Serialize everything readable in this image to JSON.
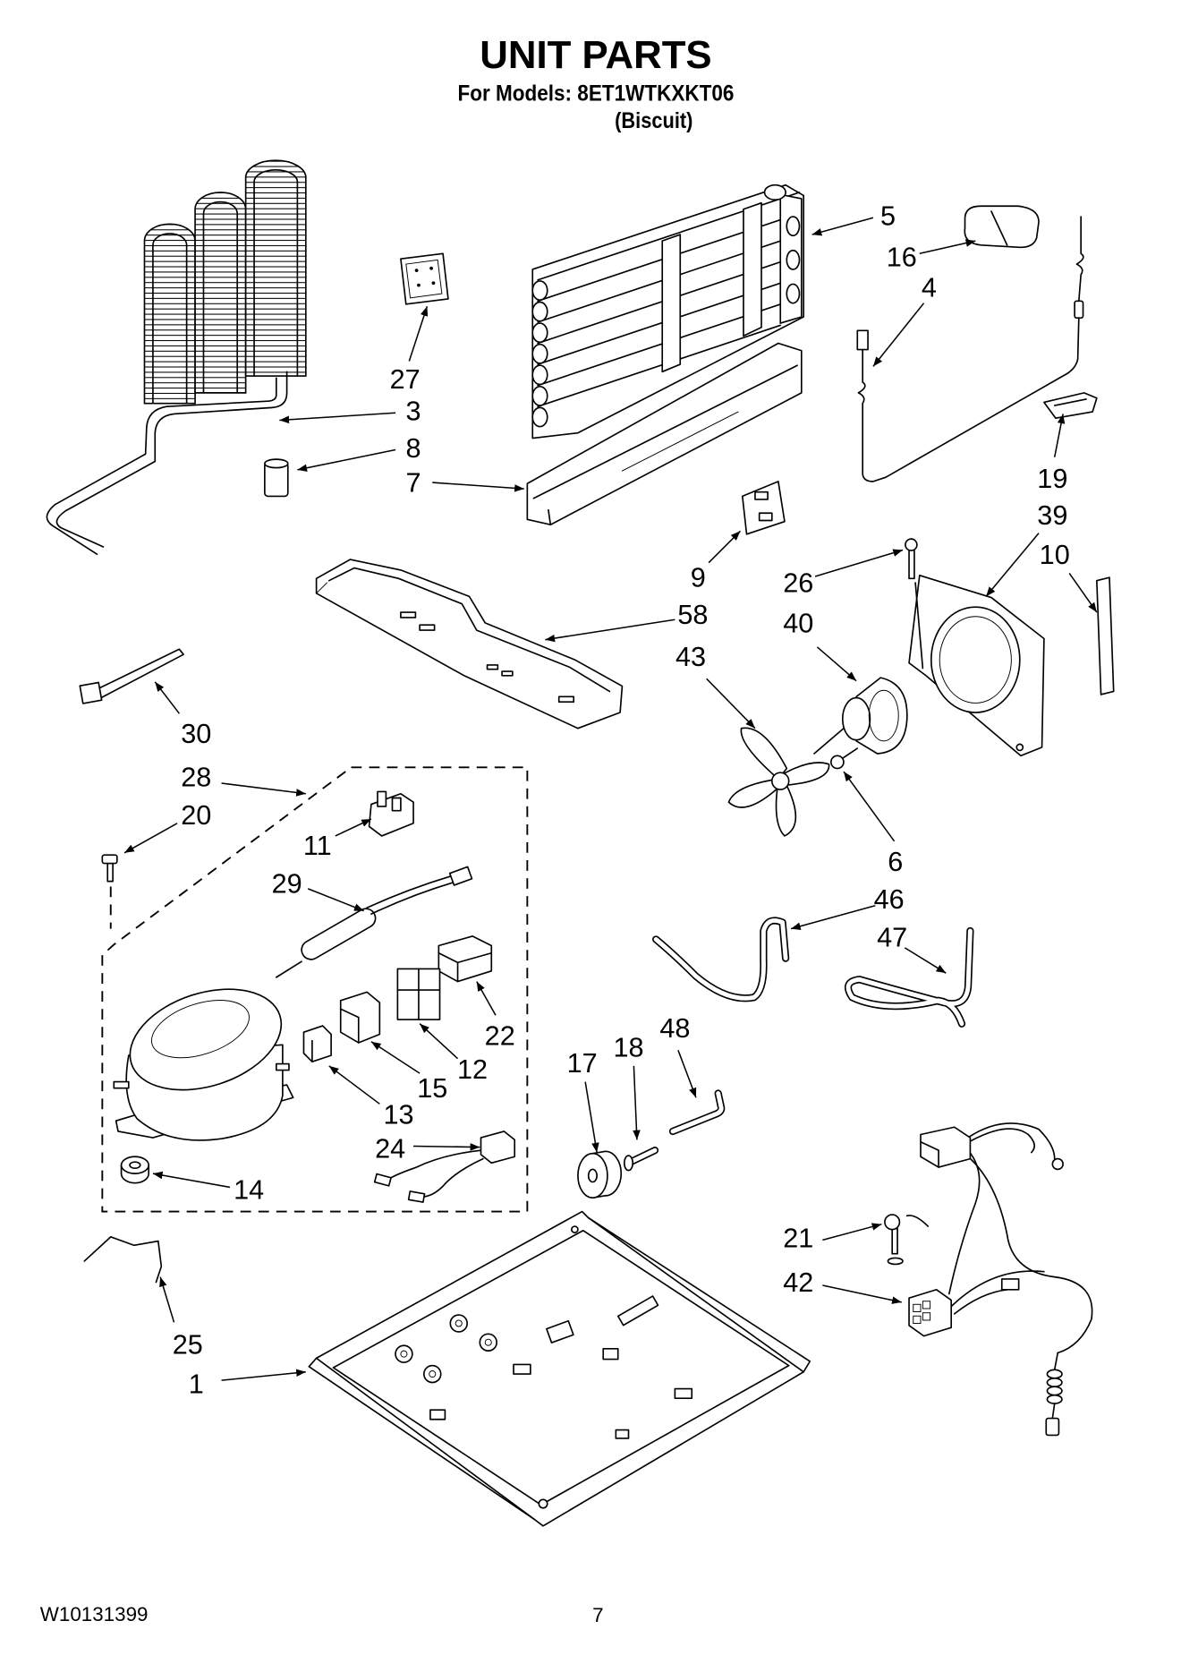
{
  "header": {
    "title": "UNIT PARTS",
    "models": "For Models: 8ET1WTKXKT06",
    "finish": "(Biscuit)"
  },
  "callouts": [
    "5",
    "16",
    "4",
    "27",
    "3",
    "8",
    "7",
    "19",
    "39",
    "10",
    "9",
    "26",
    "58",
    "40",
    "43",
    "30",
    "28",
    "20",
    "11",
    "6",
    "29",
    "46",
    "47",
    "22",
    "48",
    "17",
    "18",
    "12",
    "15",
    "13",
    "24",
    "14",
    "21",
    "42",
    "25",
    "1"
  ],
  "footer": {
    "doc_number": "W10131399",
    "page": "7"
  },
  "colors": {
    "ink": "#000000",
    "paper": "#ffffff"
  }
}
